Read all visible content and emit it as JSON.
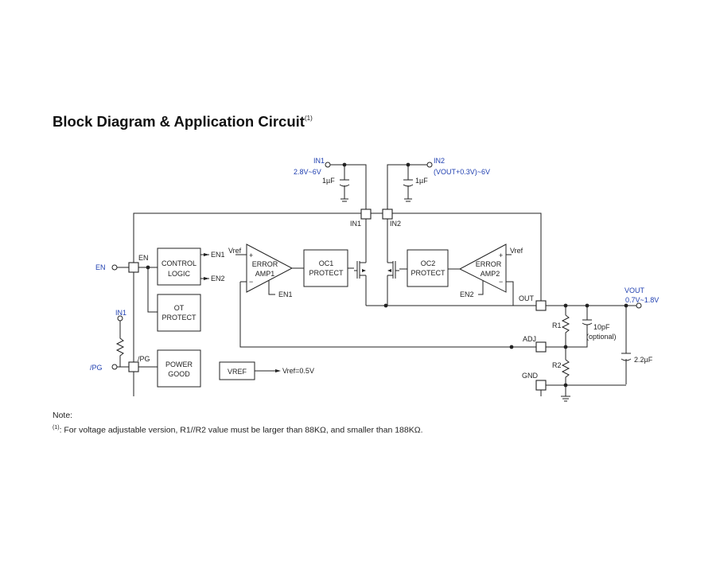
{
  "heading": {
    "title": "Block Diagram & Application Circuit",
    "superscript": "(1)"
  },
  "diagram": {
    "in1": {
      "name": "IN1",
      "range": "2.8V~6V"
    },
    "in2": {
      "name": "IN2",
      "range": "(VOUT+0.3V)~6V"
    },
    "cap_1uF": "1µF",
    "pins": {
      "in1": "IN1",
      "in2": "IN2",
      "en": "EN",
      "pg": "/PG",
      "out": "OUT",
      "adj": "ADJ",
      "gnd": "GND"
    },
    "ext": {
      "en": "EN",
      "pg": "/PG",
      "in1_pullup": "IN1"
    },
    "blocks": {
      "control_logic": [
        "CONTROL",
        "LOGIC"
      ],
      "ot_protect": [
        "OT",
        "PROTECT"
      ],
      "power_good": [
        "POWER",
        "GOOD"
      ],
      "oc1_protect": [
        "OC1",
        "PROTECT"
      ],
      "oc2_protect": [
        "OC2",
        "PROTECT"
      ],
      "error_amp1": [
        "ERROR",
        "AMP1"
      ],
      "error_amp2": [
        "ERROR",
        "AMP2"
      ],
      "vref": "VREF"
    },
    "signals": {
      "en1_a": "EN1",
      "en2_a": "EN2",
      "en1_b": "EN1",
      "en2_b": "EN2",
      "vref1": "Vref",
      "vref2": "Vref",
      "vref_value": "Vref=0.5V",
      "plus": "+",
      "minus": "−"
    },
    "output": {
      "name": "VOUT",
      "range": "0.7V~1.8V"
    },
    "components": {
      "r1": "R1",
      "r2": "R2",
      "c_ff": "10pF",
      "c_ff_note": "(optional)",
      "c_out": "2.2µF"
    }
  },
  "notes": {
    "title": "Note:",
    "marker": "(1)",
    "text": ": For voltage adjustable version, R1//R2 value must be larger than 88KΩ, and smaller than 188KΩ."
  }
}
